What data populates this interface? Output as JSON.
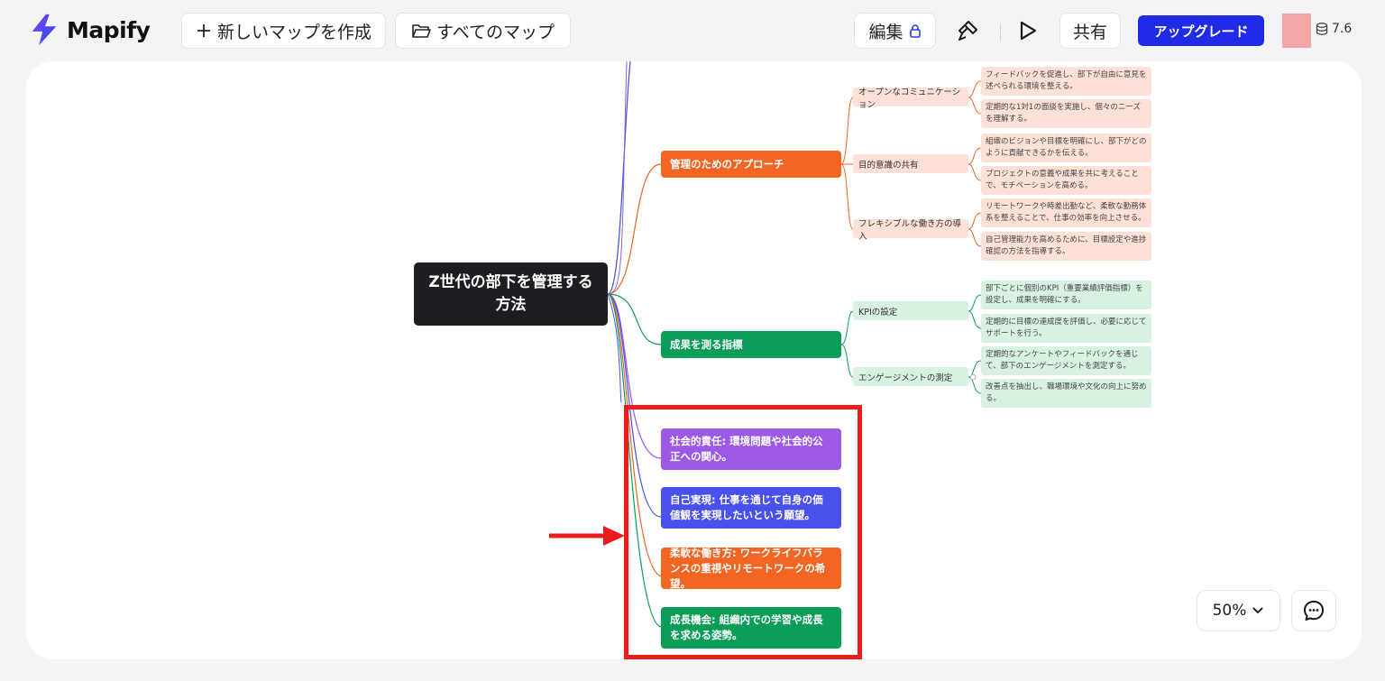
{
  "app": {
    "name": "Mapify"
  },
  "toolbar": {
    "new_map": "新しいマップを作成",
    "all_maps": "すべてのマップ",
    "edit": "編集",
    "share": "共有",
    "upgrade": "アップグレード",
    "credits": "7.6",
    "colors": {
      "upgrade_bg": "#1f2be6",
      "avatar": "#f4a5a5"
    }
  },
  "mindmap": {
    "root": "Z世代の部下を管理する方法",
    "branches": [
      {
        "label": "管理のためのアプローチ",
        "color": "#f26522",
        "children": [
          {
            "label": "オープンなコミュニケーション",
            "leaves": [
              "フィードバックを促進し、部下が自由に意見を述べられる環境を整える。",
              "定期的な1対1の面談を実施し、個々のニーズを理解する。"
            ]
          },
          {
            "label": "目的意識の共有",
            "leaves": [
              "組織のビジョンや目標を明確にし、部下がどのように貢献できるかを伝える。",
              "プロジェクトの意義や成果を共に考えることで、モチベーションを高める。"
            ]
          },
          {
            "label": "フレキシブルな働き方の導入",
            "leaves": [
              "リモートワークや時差出勤など、柔軟な勤務体系を整えることで、仕事の効率を向上させる。",
              "自己管理能力を高めるために、目標設定や進捗確認の方法を指導する。"
            ]
          }
        ]
      },
      {
        "label": "成果を測る指標",
        "color": "#0a9d58",
        "children": [
          {
            "label": "KPIの設定",
            "leaves": [
              "部下ごとに個別のKPI（重要業績評価指標）を設定し、成果を明確にする。",
              "定期的に目標の達成度を評価し、必要に応じてサポートを行う。"
            ]
          },
          {
            "label": "エンゲージメントの測定",
            "leaves": [
              "定期的なアンケートやフィードバックを通じて、部下のエンゲージメントを測定する。",
              "改善点を抽出し、職場環境や文化の向上に努める。"
            ]
          }
        ]
      }
    ],
    "highlighted_nodes": [
      {
        "label": "社会的責任: 環境問題や社会的公正への関心。",
        "color": "#9b59e6"
      },
      {
        "label": "自己実現: 仕事を通じて自身の価値観を実現したいという願望。",
        "color": "#4950ec"
      },
      {
        "label": "柔軟な働き方: ワークライフバランスの重視やリモートワークの希望。",
        "color": "#f26522"
      },
      {
        "label": "成長機会: 組織内での学習や成長を求める姿勢。",
        "color": "#0a9d58"
      }
    ]
  },
  "zoom": {
    "level": "50%"
  }
}
